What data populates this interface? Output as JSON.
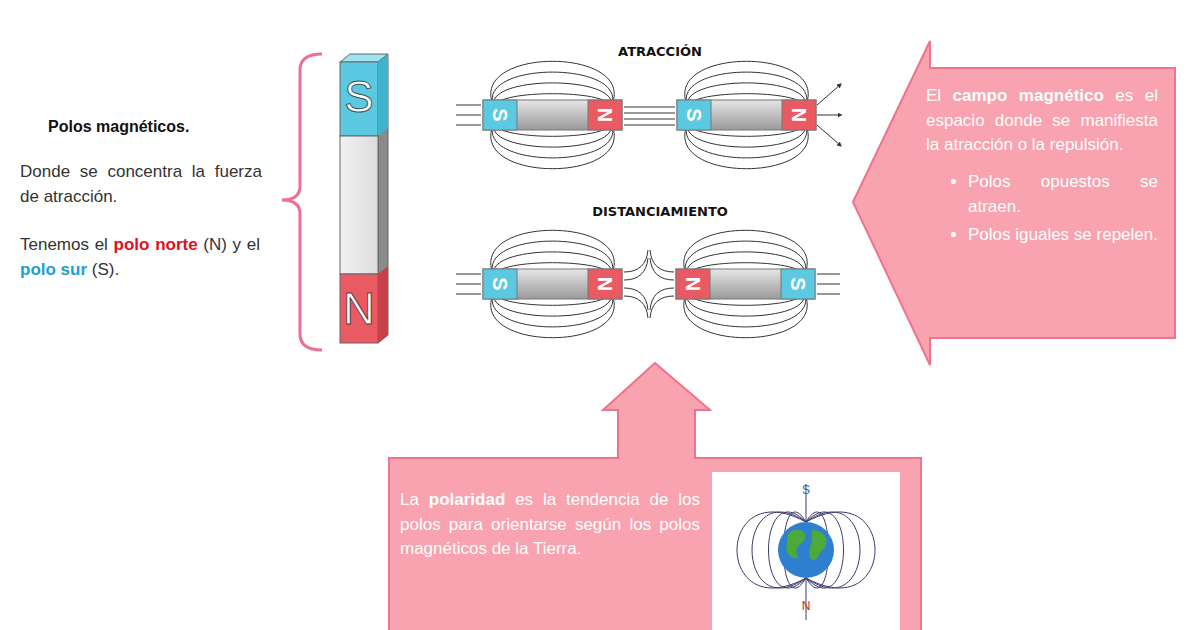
{
  "diagram": {
    "nodes": [
      {
        "text": [
          "El",
          "campo magnético",
          "es el espacio donde se manifiesta la atracción o la repulsión.",
          "Polos opuestos se atraen.",
          "Polos iguales se repelen."
        ]
      },
      {
        "text": [
          "La",
          "polaridad",
          "es la tendencia de los polos para orientarse según los polos magnéticos de la Tierra."
        ]
      }
    ],
    "labels": [
      "Polos magnéticos.",
      "Donde se concentra la fuerza de atracción.",
      "Tenemos el",
      "polo norte",
      "(N) y el",
      "polo sur",
      "(S).",
      "S",
      "N",
      "ATRACCIÓN",
      "S",
      "N",
      "S",
      "N",
      "DISTANCIAMIENTO",
      "S",
      "N",
      "N",
      "S",
      "S",
      "N"
    ]
  }
}
